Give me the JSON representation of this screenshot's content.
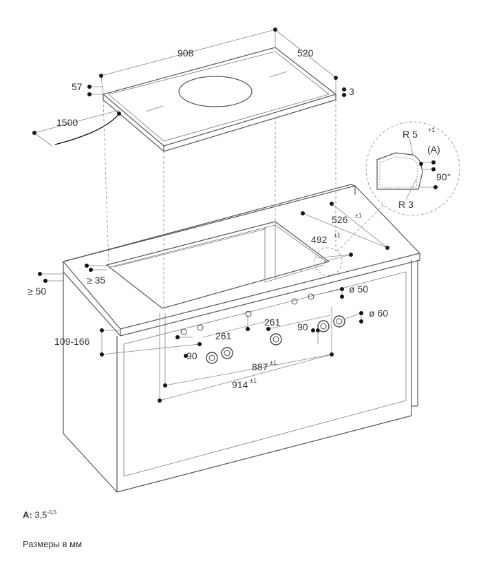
{
  "dimensions": {
    "width_908": "908",
    "depth_520": "520",
    "height_57": "57",
    "thickness_3": "3",
    "cable_1500": "1500",
    "radius_r5": "R 5",
    "radius_r5_tol": "+1",
    "detail_a": "(A)",
    "angle_90": "90°",
    "radius_r3": "R 3",
    "cutout_526": "526",
    "cutout_526_tol": "±1",
    "cutout_492": "492",
    "cutout_492_tol": "±1",
    "min_35": "≥ 35",
    "min_50": "≥ 50",
    "dia_50": "ø 50",
    "dia_60": "ø 60",
    "range_109_166": "109-166",
    "spacing_261_left": "261",
    "spacing_261_right": "261",
    "spacing_90_left": "90",
    "spacing_90_right": "90",
    "knob_887": "887",
    "knob_887_tol": "±1",
    "knob_914": "914",
    "knob_914_tol": "±1"
  },
  "notes": {
    "a_label": "A:",
    "a_value": "3,5",
    "a_tol": "-0,5",
    "units": "Размеры в мм"
  }
}
